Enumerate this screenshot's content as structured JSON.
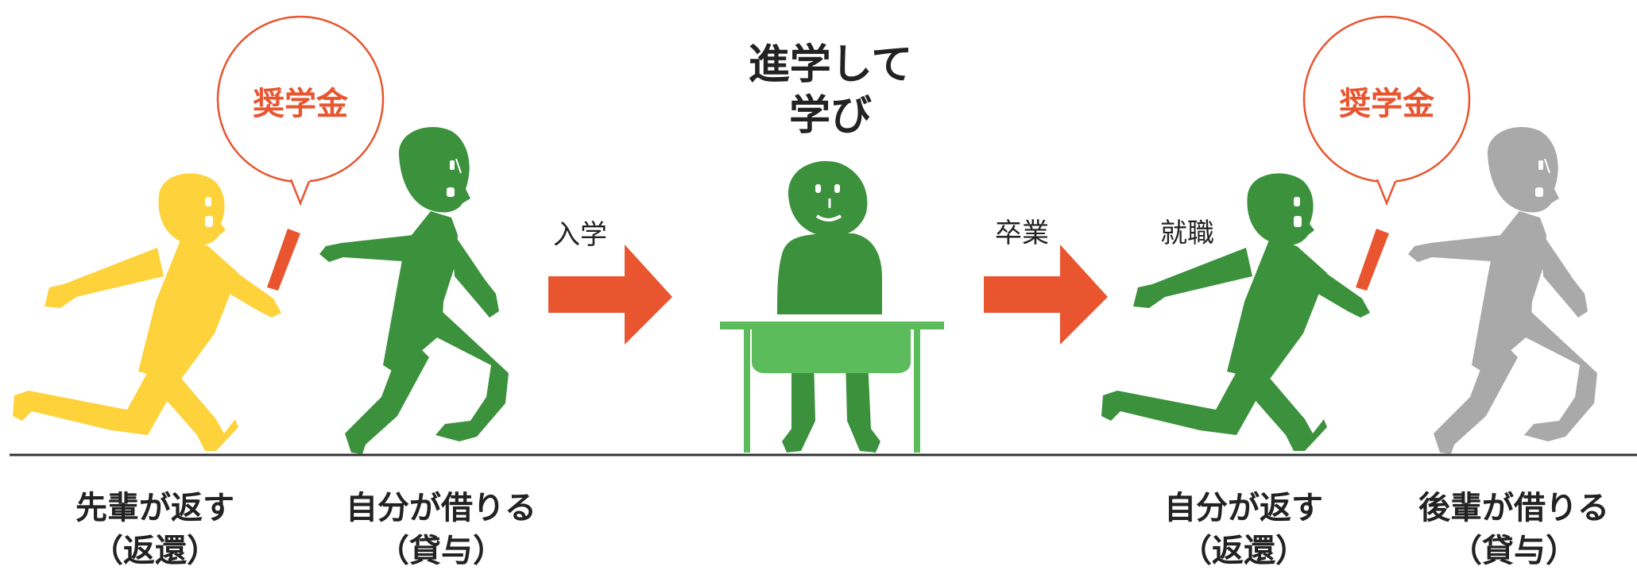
{
  "colors": {
    "senior": "#fdd23b",
    "self": "#3c913d",
    "junior": "#a9a9a9",
    "desk": "#5cbb5a",
    "accent": "#e8552f",
    "baton": "#e8552f",
    "ground": "#333333",
    "text": "#222222"
  },
  "scene_left": {
    "bubble": "奨学金",
    "runner_front": {
      "label_main": "先輩が返す",
      "label_sub": "（返還）"
    },
    "runner_back": {
      "label_main": "自分が借りる",
      "label_sub": "（貸与）"
    }
  },
  "arrow_enroll": {
    "label": "入学"
  },
  "scene_center": {
    "title_line1": "進学して",
    "title_line2": "学び"
  },
  "arrow_graduate": {
    "label": "卒業"
  },
  "scene_right": {
    "bubble": "奨学金",
    "employment_label": "就職",
    "runner_front": {
      "label_main": "自分が返す",
      "label_sub": "（返還）"
    },
    "runner_back": {
      "label_main": "後輩が借りる",
      "label_sub": "（貸与）"
    }
  }
}
